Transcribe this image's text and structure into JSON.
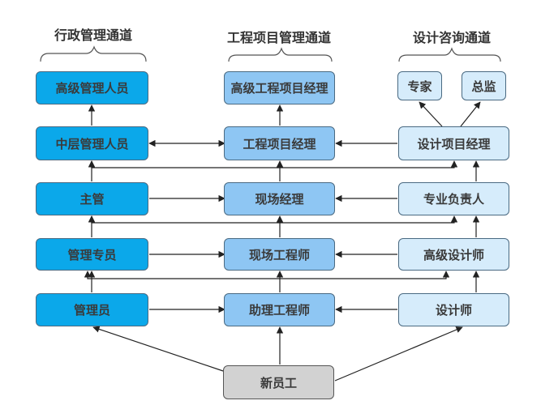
{
  "columns": {
    "admin": {
      "heading": "行政管理通道",
      "levels": [
        "高级管理人员",
        "中层管理人员",
        "主管",
        "管理专员",
        "管理员"
      ]
    },
    "engineering": {
      "heading": "工程项目管理通道",
      "levels": [
        "高级工程项目经理",
        "工程项目经理",
        "现场经理",
        "现场工程师",
        "助理工程师"
      ]
    },
    "design": {
      "heading": "设计咨询通道",
      "top_left": "专家",
      "top_right": "总监",
      "levels": [
        "设计项目经理",
        "专业负责人",
        "高级设计师",
        "设计师"
      ]
    }
  },
  "entry": "新员工",
  "colors": {
    "admin_fill": "#0ba8ea",
    "engineering_fill": "#8ec6f3",
    "design_fill": "#d6ecfb",
    "entry_fill": "#d2d2d2",
    "connector": "#222222"
  }
}
